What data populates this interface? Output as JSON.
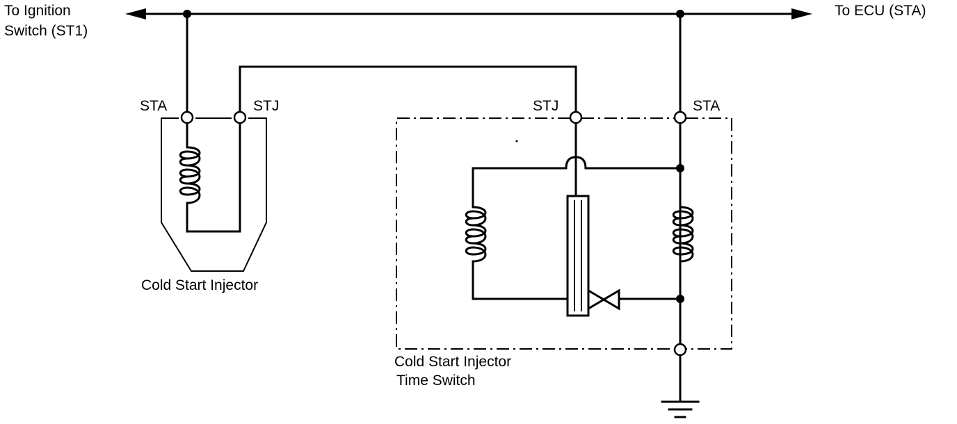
{
  "labels": {
    "left_arrow_line1": "To Ignition",
    "left_arrow_line2": "Switch (ST1)",
    "right_arrow": "To ECU (STA)",
    "injector_sta": "STA",
    "injector_stj": "STJ",
    "switch_stj": "STJ",
    "switch_sta": "STA",
    "injector_caption": "Cold Start Injector",
    "switch_caption_line1": "Cold Start Injector",
    "switch_caption_line2": "Time Switch"
  }
}
